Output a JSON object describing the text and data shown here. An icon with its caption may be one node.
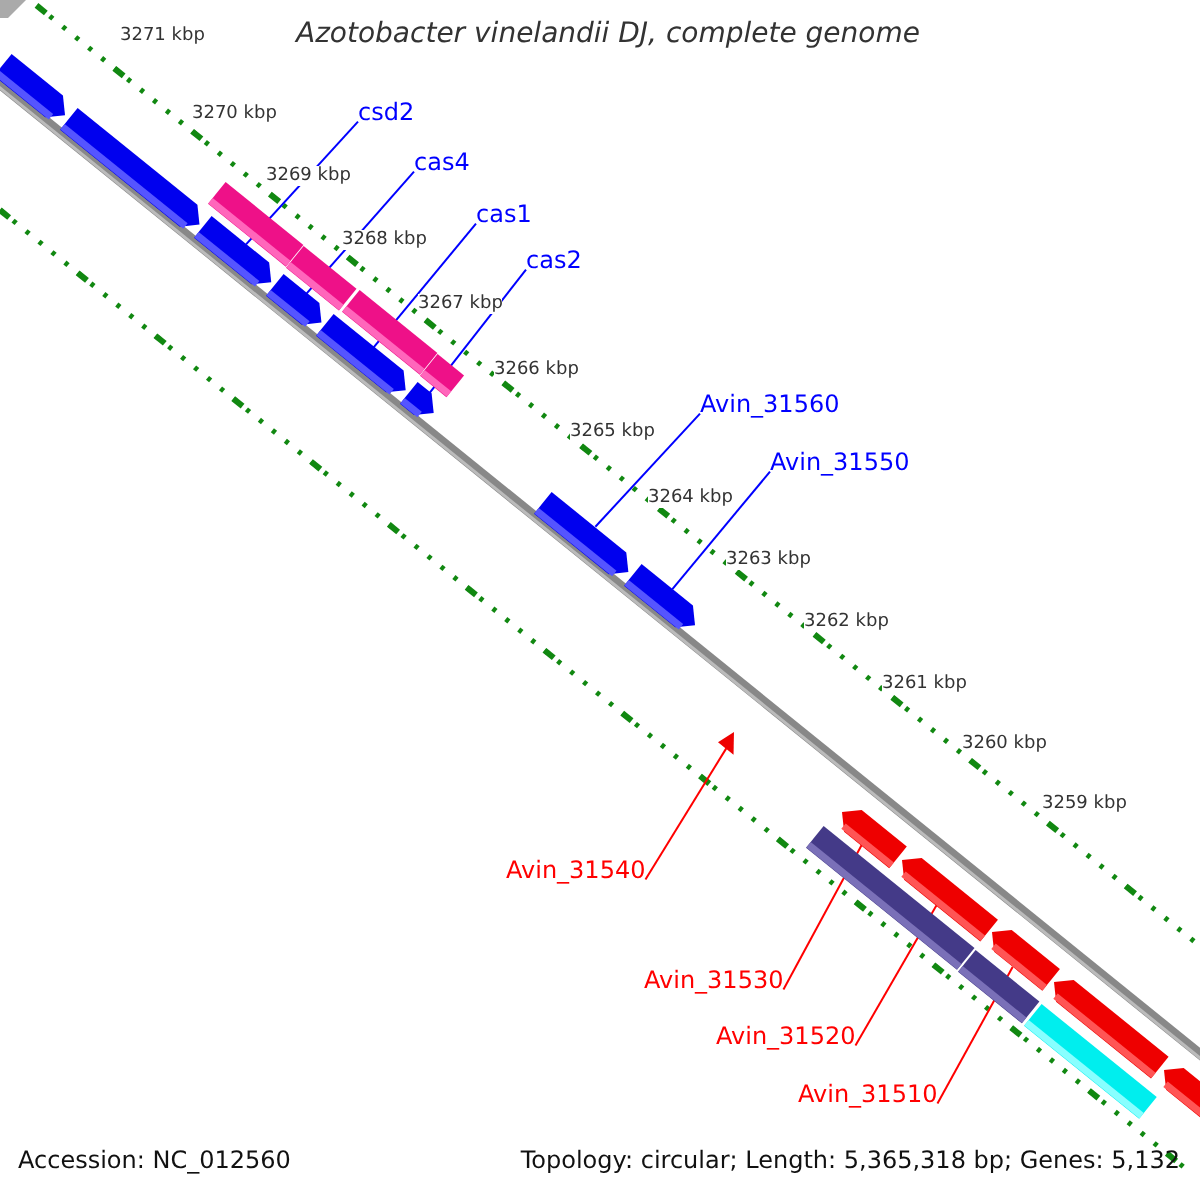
{
  "diagram": {
    "title": "Azotobacter vinelandii DJ, complete genome",
    "nodes": [
      {
        "text": [
          "csd2"
        ]
      },
      {
        "text": [
          "cas4"
        ]
      },
      {
        "text": [
          "cas1"
        ]
      },
      {
        "text": [
          "cas2"
        ]
      },
      {
        "text": [
          "Avin_31560"
        ]
      },
      {
        "text": [
          "Avin_31550"
        ]
      },
      {
        "text": [
          "Avin_31540"
        ]
      },
      {
        "text": [
          "Avin_31530"
        ]
      },
      {
        "text": [
          "Avin_31520"
        ]
      },
      {
        "text": [
          "Avin_31510"
        ]
      },
      {
        "text": [],
        "shape": "arrow"
      },
      {
        "text": [],
        "shape": "arrow"
      },
      {
        "text": [],
        "shape": "arrow"
      },
      {
        "text": [],
        "shape": "arrow"
      },
      {
        "text": [],
        "shape": "arrow"
      },
      {
        "text": [],
        "shape": "arrow"
      },
      {
        "text": [],
        "shape": "bar"
      },
      {
        "text": [],
        "shape": "bar"
      },
      {
        "text": [],
        "shape": "bar"
      },
      {
        "text": [],
        "shape": "bar"
      },
      {
        "text": [],
        "shape": "arrow"
      },
      {
        "text": [],
        "shape": "arrow"
      },
      {
        "text": [],
        "shape": "triangle"
      },
      {
        "text": [],
        "shape": "arrow"
      },
      {
        "text": [],
        "shape": "arrow"
      },
      {
        "text": [],
        "shape": "arrow"
      },
      {
        "text": [],
        "shape": "arrow"
      },
      {
        "text": [],
        "shape": "arrow"
      },
      {
        "text": [],
        "shape": "bar"
      },
      {
        "text": [],
        "shape": "bar"
      },
      {
        "text": [],
        "shape": "bar"
      }
    ],
    "edges": [
      {
        "from": 0,
        "to": 12,
        "arrow": "none"
      },
      {
        "from": 1,
        "to": 13,
        "arrow": "none"
      },
      {
        "from": 2,
        "to": 14,
        "arrow": "none"
      },
      {
        "from": 3,
        "to": 15,
        "arrow": "none"
      },
      {
        "from": 4,
        "to": 20,
        "arrow": "none"
      },
      {
        "from": 5,
        "to": 21,
        "arrow": "none"
      },
      {
        "from": 6,
        "to": 22,
        "arrow": "none",
        "color": "#ff0000"
      },
      {
        "from": 7,
        "to": 23,
        "arrow": "none",
        "color": "#ff0000"
      },
      {
        "from": 8,
        "to": 24,
        "arrow": "none",
        "color": "#ff0000"
      },
      {
        "from": 9,
        "to": 25,
        "arrow": "none",
        "color": "#ff0000"
      }
    ],
    "labels": [
      "3271 kbp",
      "3270 kbp",
      "3269 kbp",
      "3268 kbp",
      "3267 kbp",
      "3266 kbp",
      "3265 kbp",
      "3264 kbp",
      "3263 kbp",
      "3262 kbp",
      "3261 kbp",
      "3260 kbp",
      "3259 kbp",
      "Accession: NC_012560",
      "Topology: circular; Length: 5,365,318 bp; Genes: 5,132"
    ]
  }
}
